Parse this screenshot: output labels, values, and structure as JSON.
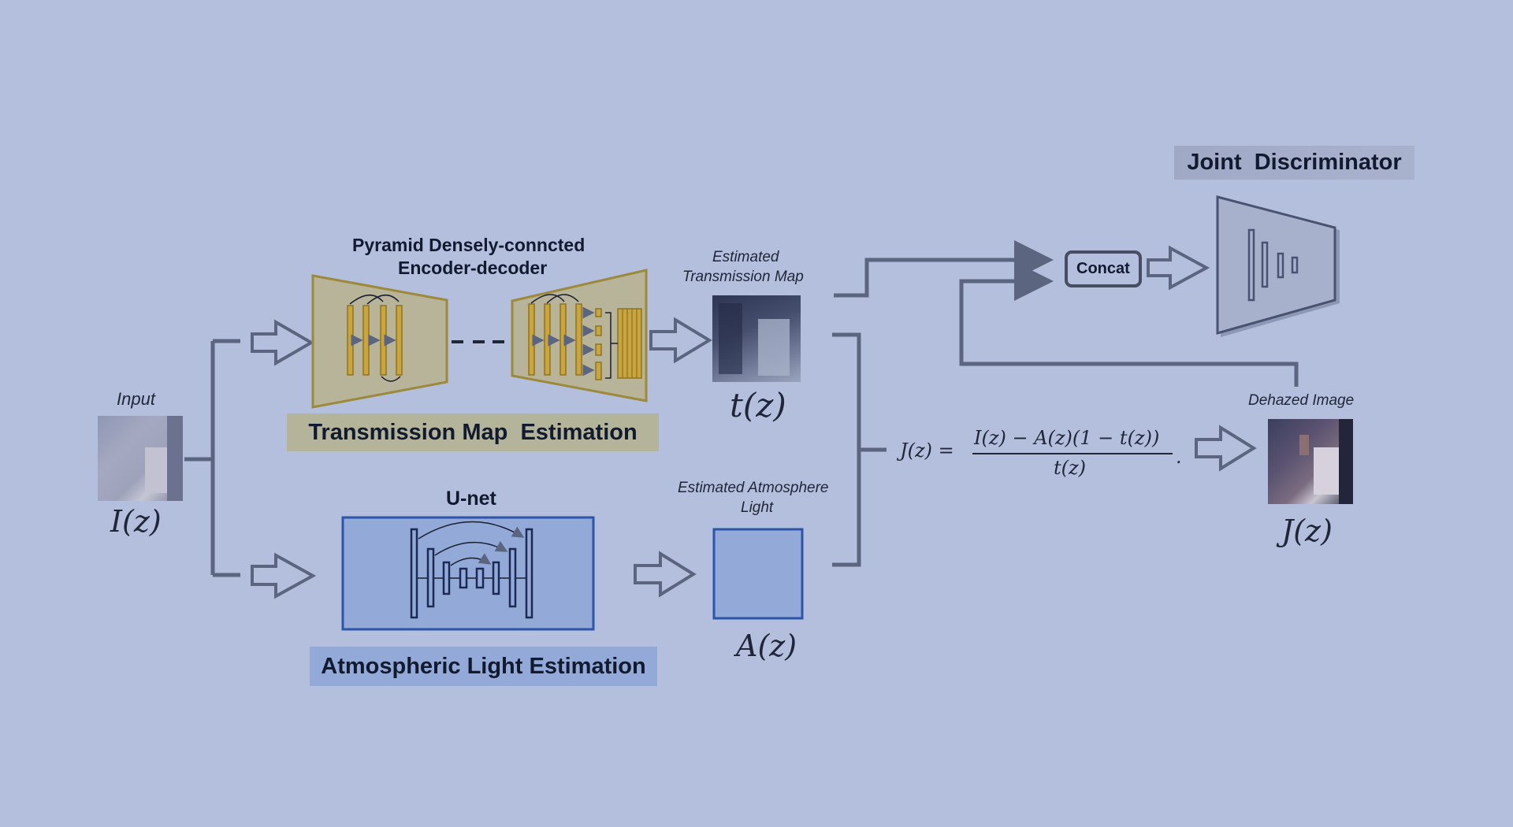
{
  "input": {
    "label": "Input",
    "symbol": "I(z)"
  },
  "encoder": {
    "title_line1": "Pyramid Densely-conncted",
    "title_line2": "Encoder-decoder",
    "banner": "Transmission Map  Estimation"
  },
  "unet": {
    "title": "U-net",
    "banner": "Atmospheric Light Estimation"
  },
  "transmission": {
    "label_line1": "Estimated",
    "label_line2": "Transmission Map",
    "symbol": "t(z)"
  },
  "atmosphere": {
    "label_line1": "Estimated Atmosphere",
    "label_line2": "Light",
    "symbol": "A(z)"
  },
  "formula": {
    "lhs": "J(z) =",
    "numerator": "I(z) − A(z)(1 − t(z))",
    "denominator": "t(z)",
    "tail": "."
  },
  "dehazed": {
    "label": "Dehazed Image",
    "symbol": "J(z)"
  },
  "discriminator": {
    "title": "Joint  Discriminator",
    "concat": "Concat"
  },
  "colors": {
    "background": "#b3bfdc",
    "encoder_fill": "#b8b49a",
    "encoder_stroke": "#9c8a3c",
    "unet_fill": "#93a9d8",
    "unet_stroke": "#2c55a8",
    "line": "#5b6580"
  }
}
